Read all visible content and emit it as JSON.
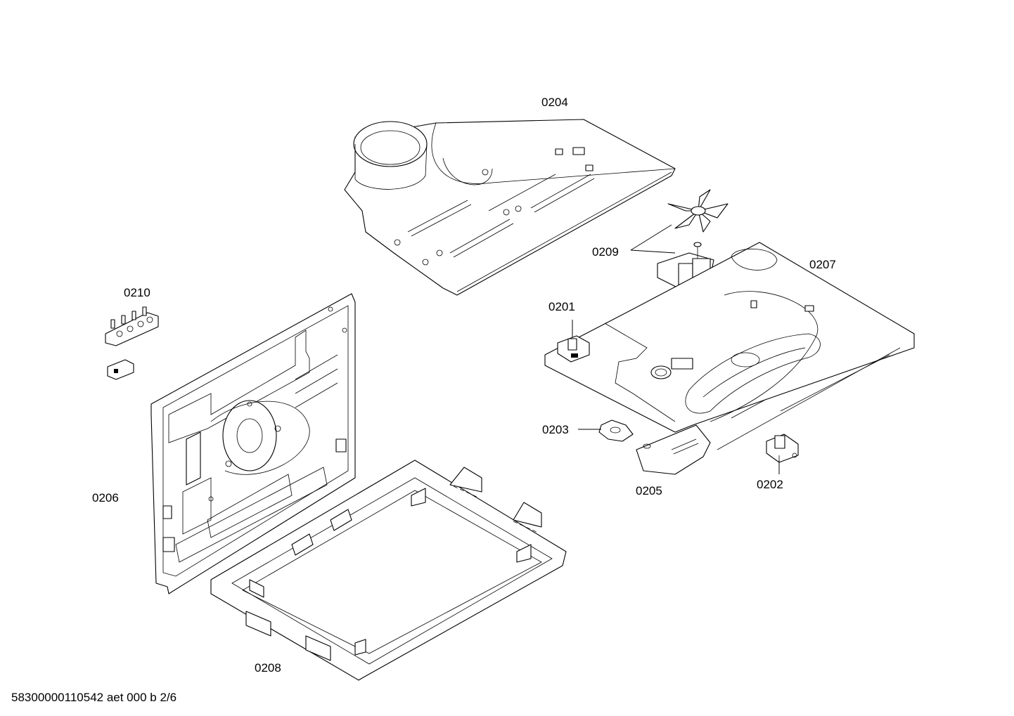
{
  "parts": [
    {
      "id": "0204",
      "label": "0204"
    },
    {
      "id": "0209",
      "label": "0209"
    },
    {
      "id": "0207",
      "label": "0207"
    },
    {
      "id": "0210",
      "label": "0210"
    },
    {
      "id": "0201",
      "label": "0201"
    },
    {
      "id": "0203",
      "label": "0203"
    },
    {
      "id": "0206",
      "label": "0206"
    },
    {
      "id": "0205",
      "label": "0205"
    },
    {
      "id": "0202",
      "label": "0202"
    },
    {
      "id": "0208",
      "label": "0208"
    }
  ],
  "footer": {
    "reference": "58300000110542 aet 000 b 2/6"
  }
}
